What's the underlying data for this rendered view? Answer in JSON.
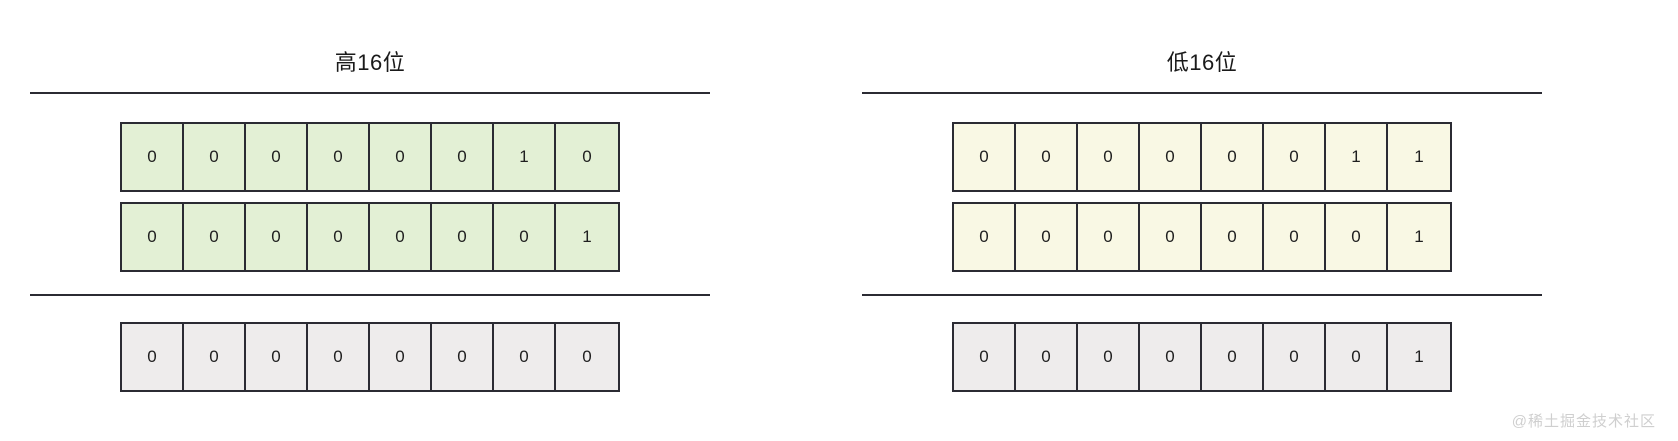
{
  "panels": [
    {
      "title": "高16位",
      "color_key": "green",
      "swatch": "#e3f0d5",
      "rows": [
        {
          "bits": [
            "0",
            "0",
            "0",
            "0",
            "0",
            "0",
            "1",
            "0"
          ]
        },
        {
          "bits": [
            "0",
            "0",
            "0",
            "0",
            "0",
            "0",
            "0",
            "1"
          ]
        }
      ],
      "result_row": {
        "bits": [
          "0",
          "0",
          "0",
          "0",
          "0",
          "0",
          "0",
          "0"
        ]
      }
    },
    {
      "title": "低16位",
      "color_key": "cream",
      "swatch": "#f9f8e4",
      "rows": [
        {
          "bits": [
            "0",
            "0",
            "0",
            "0",
            "0",
            "0",
            "1",
            "1"
          ]
        },
        {
          "bits": [
            "0",
            "0",
            "0",
            "0",
            "0",
            "0",
            "0",
            "1"
          ]
        }
      ],
      "result_row": {
        "bits": [
          "0",
          "0",
          "0",
          "0",
          "0",
          "0",
          "0",
          "1"
        ]
      }
    }
  ],
  "result_swatch": "#eeecec",
  "watermark": "@稀土掘金技术社区"
}
